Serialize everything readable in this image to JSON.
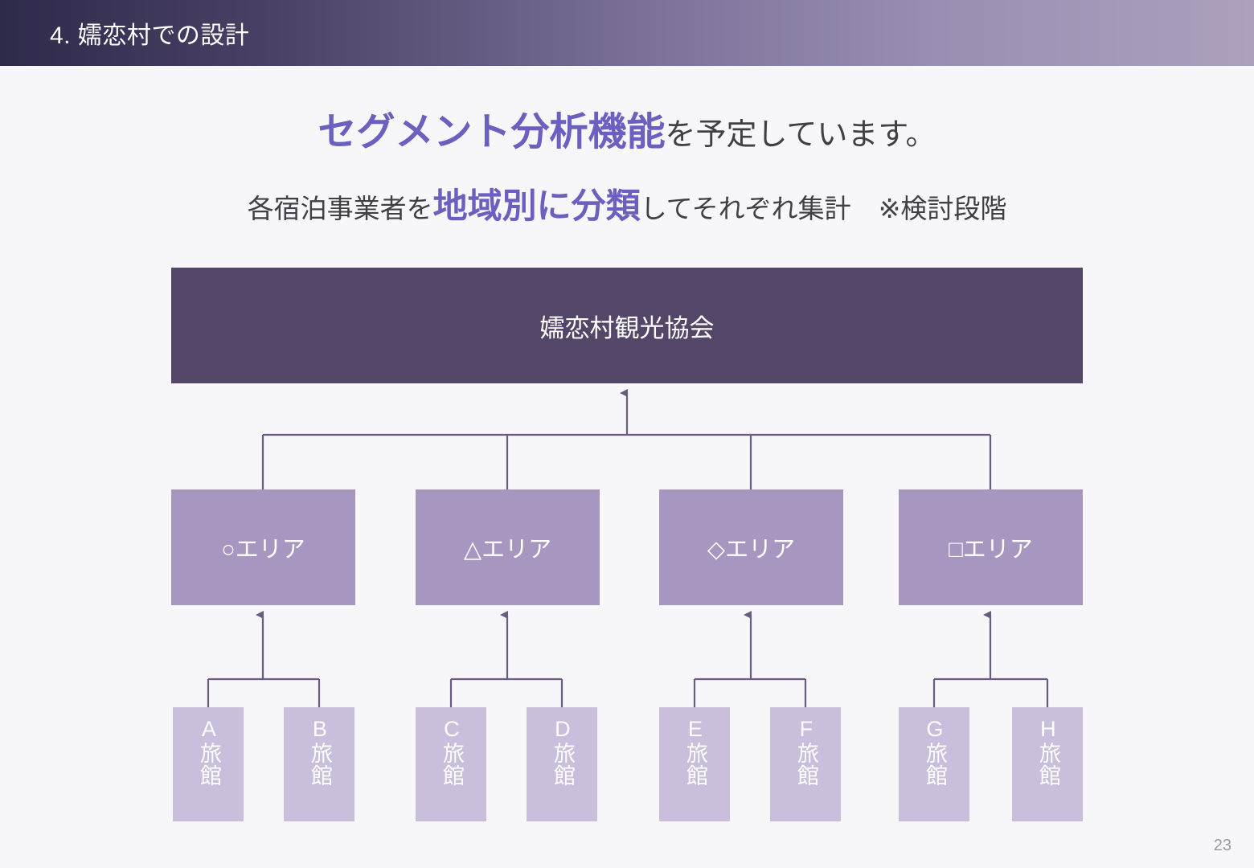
{
  "slide": {
    "header_title": "4. 嬬恋村での設計",
    "page_number": "23"
  },
  "headline": {
    "line1_accent": "セグメント分析機能",
    "line1_plain": "を予定しています。",
    "line2_plain_before": "各宿泊事業者を",
    "line2_accent": "地域別に分類",
    "line2_plain_after": "してそれぞれ集計",
    "line2_note": "※検討段階"
  },
  "diagram": {
    "root": {
      "label": "嬬恋村観光協会"
    },
    "areas": [
      {
        "label": "○エリア"
      },
      {
        "label": "△エリア"
      },
      {
        "label": "◇エリア"
      },
      {
        "label": "□エリア"
      }
    ],
    "hotels": [
      {
        "label": "A旅館"
      },
      {
        "label": "B旅館"
      },
      {
        "label": "C旅館"
      },
      {
        "label": "D旅館"
      },
      {
        "label": "E旅館"
      },
      {
        "label": "F旅館"
      },
      {
        "label": "G旅館"
      },
      {
        "label": "H旅館"
      }
    ]
  },
  "colors": {
    "background": "#f7f6f8",
    "header_gradient_start": "#2e2a4a",
    "header_gradient_end": "#aca0be",
    "accent_text": "#6b5fc0",
    "body_text": "#3f3f45",
    "root_node": "#544668",
    "area_node": "#a797c0",
    "hotel_node": "#c9bedb",
    "connector": "#6b5b82"
  }
}
